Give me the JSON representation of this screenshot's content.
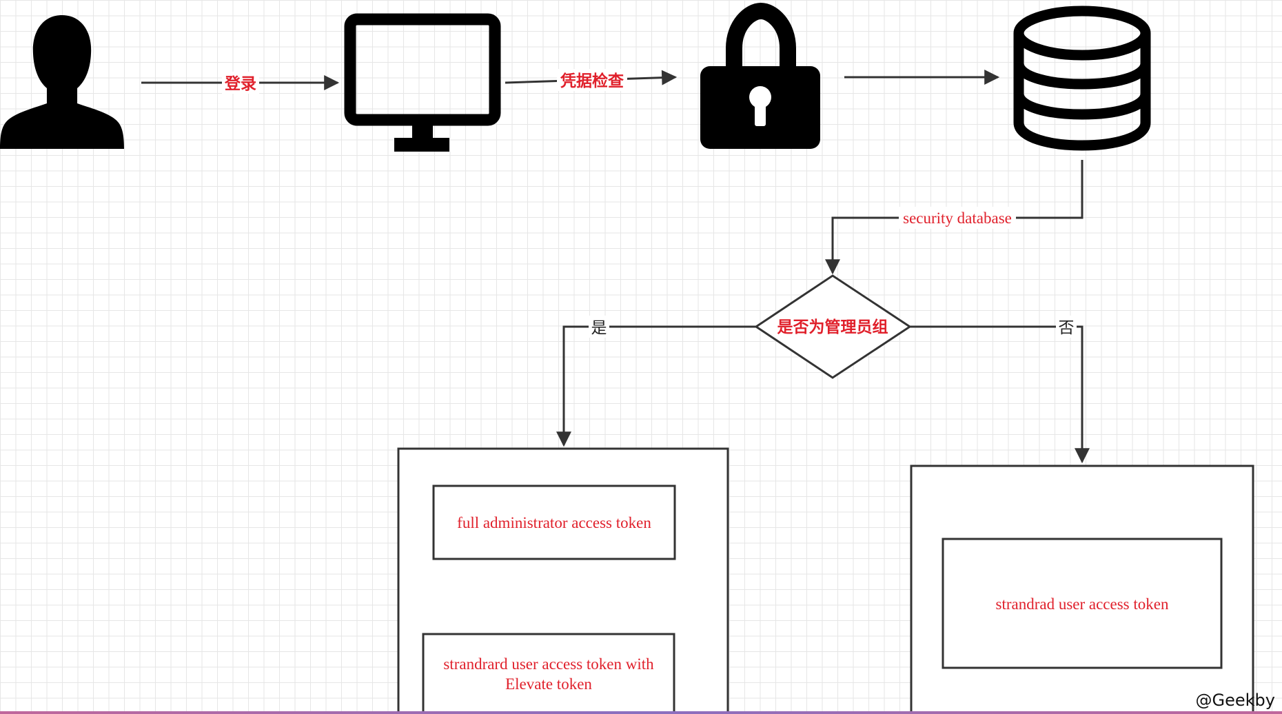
{
  "diagram": {
    "edge_labels": {
      "login": "登录",
      "credential_check": "凭据检查",
      "security_database": "security database",
      "yes": "是",
      "no": "否"
    },
    "decision": {
      "label": "是否为管理员组"
    },
    "admin_branch": {
      "full_token": "full administrator access token",
      "elevate_token_line1": "strandrard user access token with",
      "elevate_token_line2": "Elevate token"
    },
    "standard_branch": {
      "user_token": "strandrad user access token"
    },
    "icons": [
      "user-icon",
      "monitor-icon",
      "lock-icon",
      "database-icon"
    ],
    "colors": {
      "label_red": "#e0202b",
      "stroke": "#333333",
      "icon_fill": "#000000"
    }
  },
  "watermark": "@Geekby"
}
